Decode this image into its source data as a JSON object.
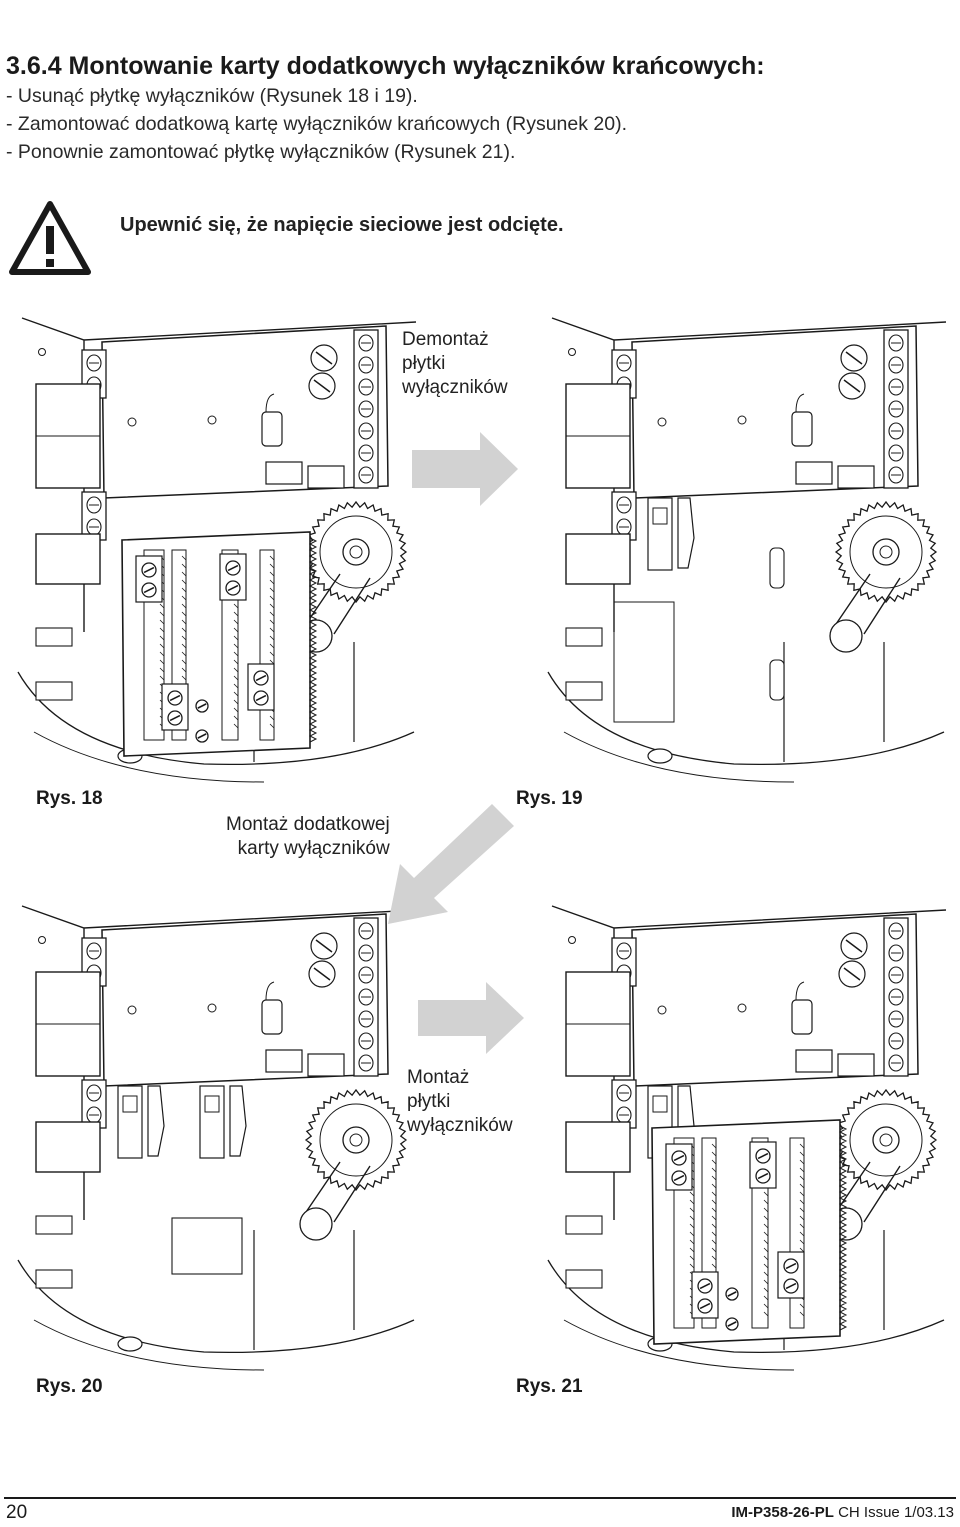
{
  "section": {
    "heading": "3.6.4  Montowanie karty dodatkowych wyłączników krańcowych:",
    "steps": [
      "- Usunąć płytkę wyłączników (Rysunek 18 i 19).",
      "- Zamontować dodatkową kartę wyłączników krańcowych (Rysunek 20).",
      "- Ponownie zamontować płytkę wyłączników (Rysunek 21)."
    ],
    "warning": "Upewnić się, że napięcie sieciowe jest odcięte."
  },
  "figures": [
    {
      "caption": "Rys. 18",
      "variant": "original-board-mounted"
    },
    {
      "caption": "Rys. 19",
      "variant": "board-removed"
    },
    {
      "caption": "Rys. 20",
      "variant": "extra-card-added"
    },
    {
      "caption": "Rys. 21",
      "variant": "board-remounted"
    }
  ],
  "annotations": {
    "remove_board": [
      "Demontaż",
      "płytki",
      "wyłączników"
    ],
    "install_card": [
      "Montaż dodatkowej",
      "karty wyłączników"
    ],
    "install_board": [
      "Montaż",
      "płytki",
      "wyłączników"
    ]
  },
  "footer": {
    "page_number": "20",
    "doc_code": "IM-P358-26-PL",
    "issue": "CH Issue 1/03.13"
  },
  "colors": {
    "arrow_fill": "#d2d2d2",
    "ink": "#1a1a1a"
  }
}
